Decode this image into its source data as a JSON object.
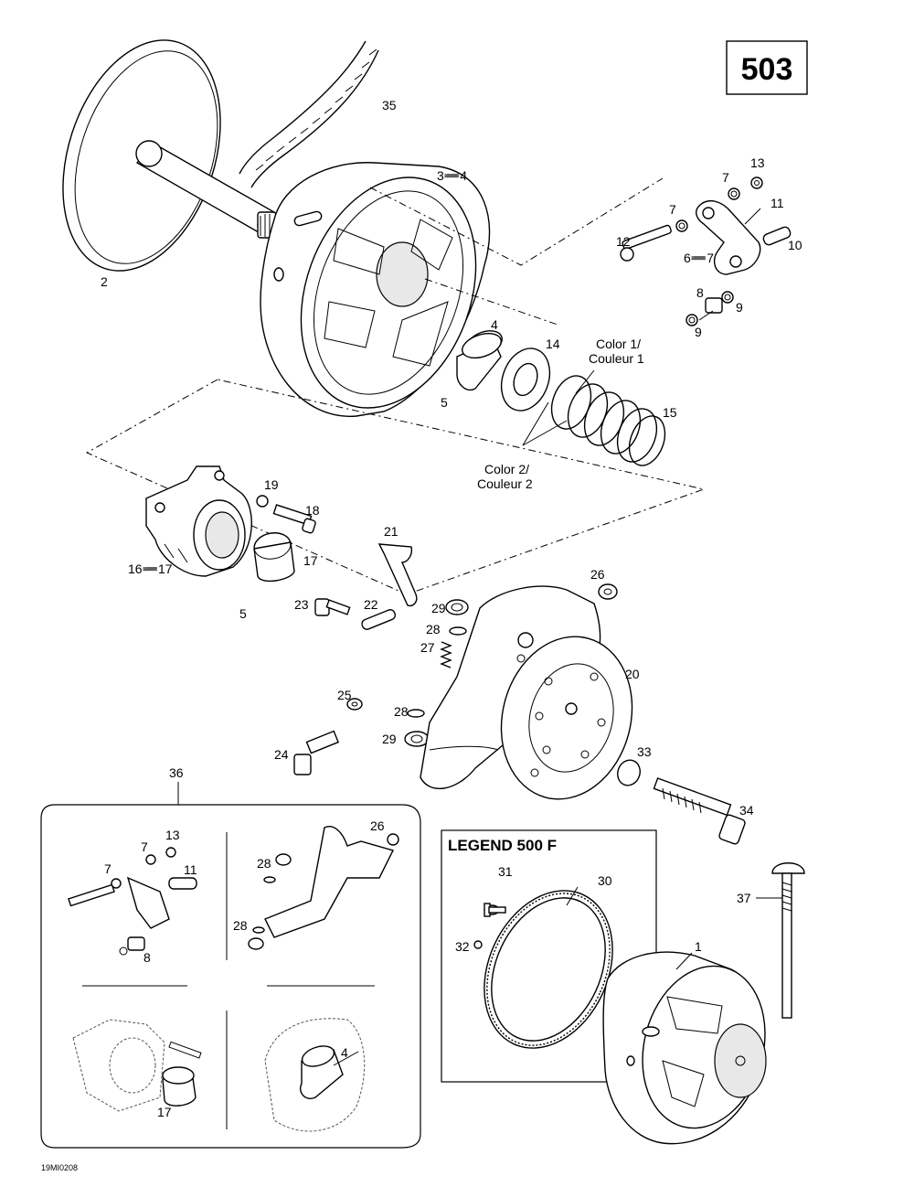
{
  "page_number": "503",
  "legend_title": "LEGEND 500 F",
  "drawing_ref": "19MI0208",
  "callouts": {
    "c1": "1",
    "c2": "2",
    "c3_4": "3➖4",
    "c4a": "4",
    "c4b": "4",
    "c5a": "5",
    "c5b": "5",
    "c6_7": "6➖7",
    "c7a": "7",
    "c7b": "7",
    "c7c": "7",
    "c7d": "7",
    "c8a": "8",
    "c8b": "8",
    "c9a": "9",
    "c9b": "9",
    "c10": "10",
    "c11a": "11",
    "c11b": "11",
    "c12": "12",
    "c13a": "13",
    "c13b": "13",
    "c14": "14",
    "c15": "15",
    "c16_17": "16➖17",
    "c17a": "17",
    "c17b": "17",
    "c18": "18",
    "c19": "19",
    "c20": "20",
    "c21": "21",
    "c22": "22",
    "c23": "23",
    "c24": "24",
    "c25": "25",
    "c26a": "26",
    "c26b": "26",
    "c27": "27",
    "c28a": "28",
    "c28b": "28",
    "c28c": "28",
    "c28d": "28",
    "c29a": "29",
    "c29b": "29",
    "c30": "30",
    "c31": "31",
    "c32": "32",
    "c33": "33",
    "c34": "34",
    "c35": "35",
    "c36": "36",
    "c37": "37"
  },
  "spring_colors": {
    "color1_line1": "Color 1/",
    "color1_line2": "Couleur 1",
    "color2_line1": "Color 2/",
    "color2_line2": "Couleur 2"
  }
}
